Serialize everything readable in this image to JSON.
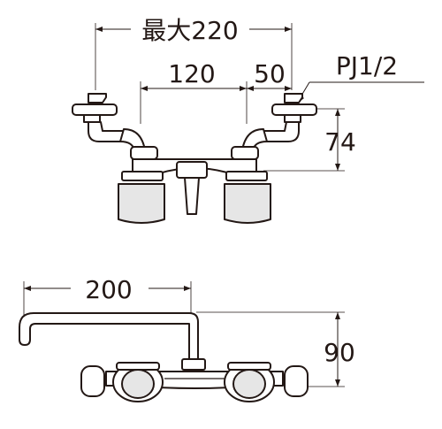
{
  "front_view": {
    "dim_max_width": "最大220",
    "dim_center_spacing": "120",
    "dim_offset": "50",
    "dim_height": "74",
    "thread_label": "PJ1/2"
  },
  "side_view": {
    "dim_spout_reach": "200",
    "dim_spout_height": "90"
  },
  "colors": {
    "line": "#231815",
    "handle_fill": "#e6e6e6",
    "background": "#ffffff"
  }
}
